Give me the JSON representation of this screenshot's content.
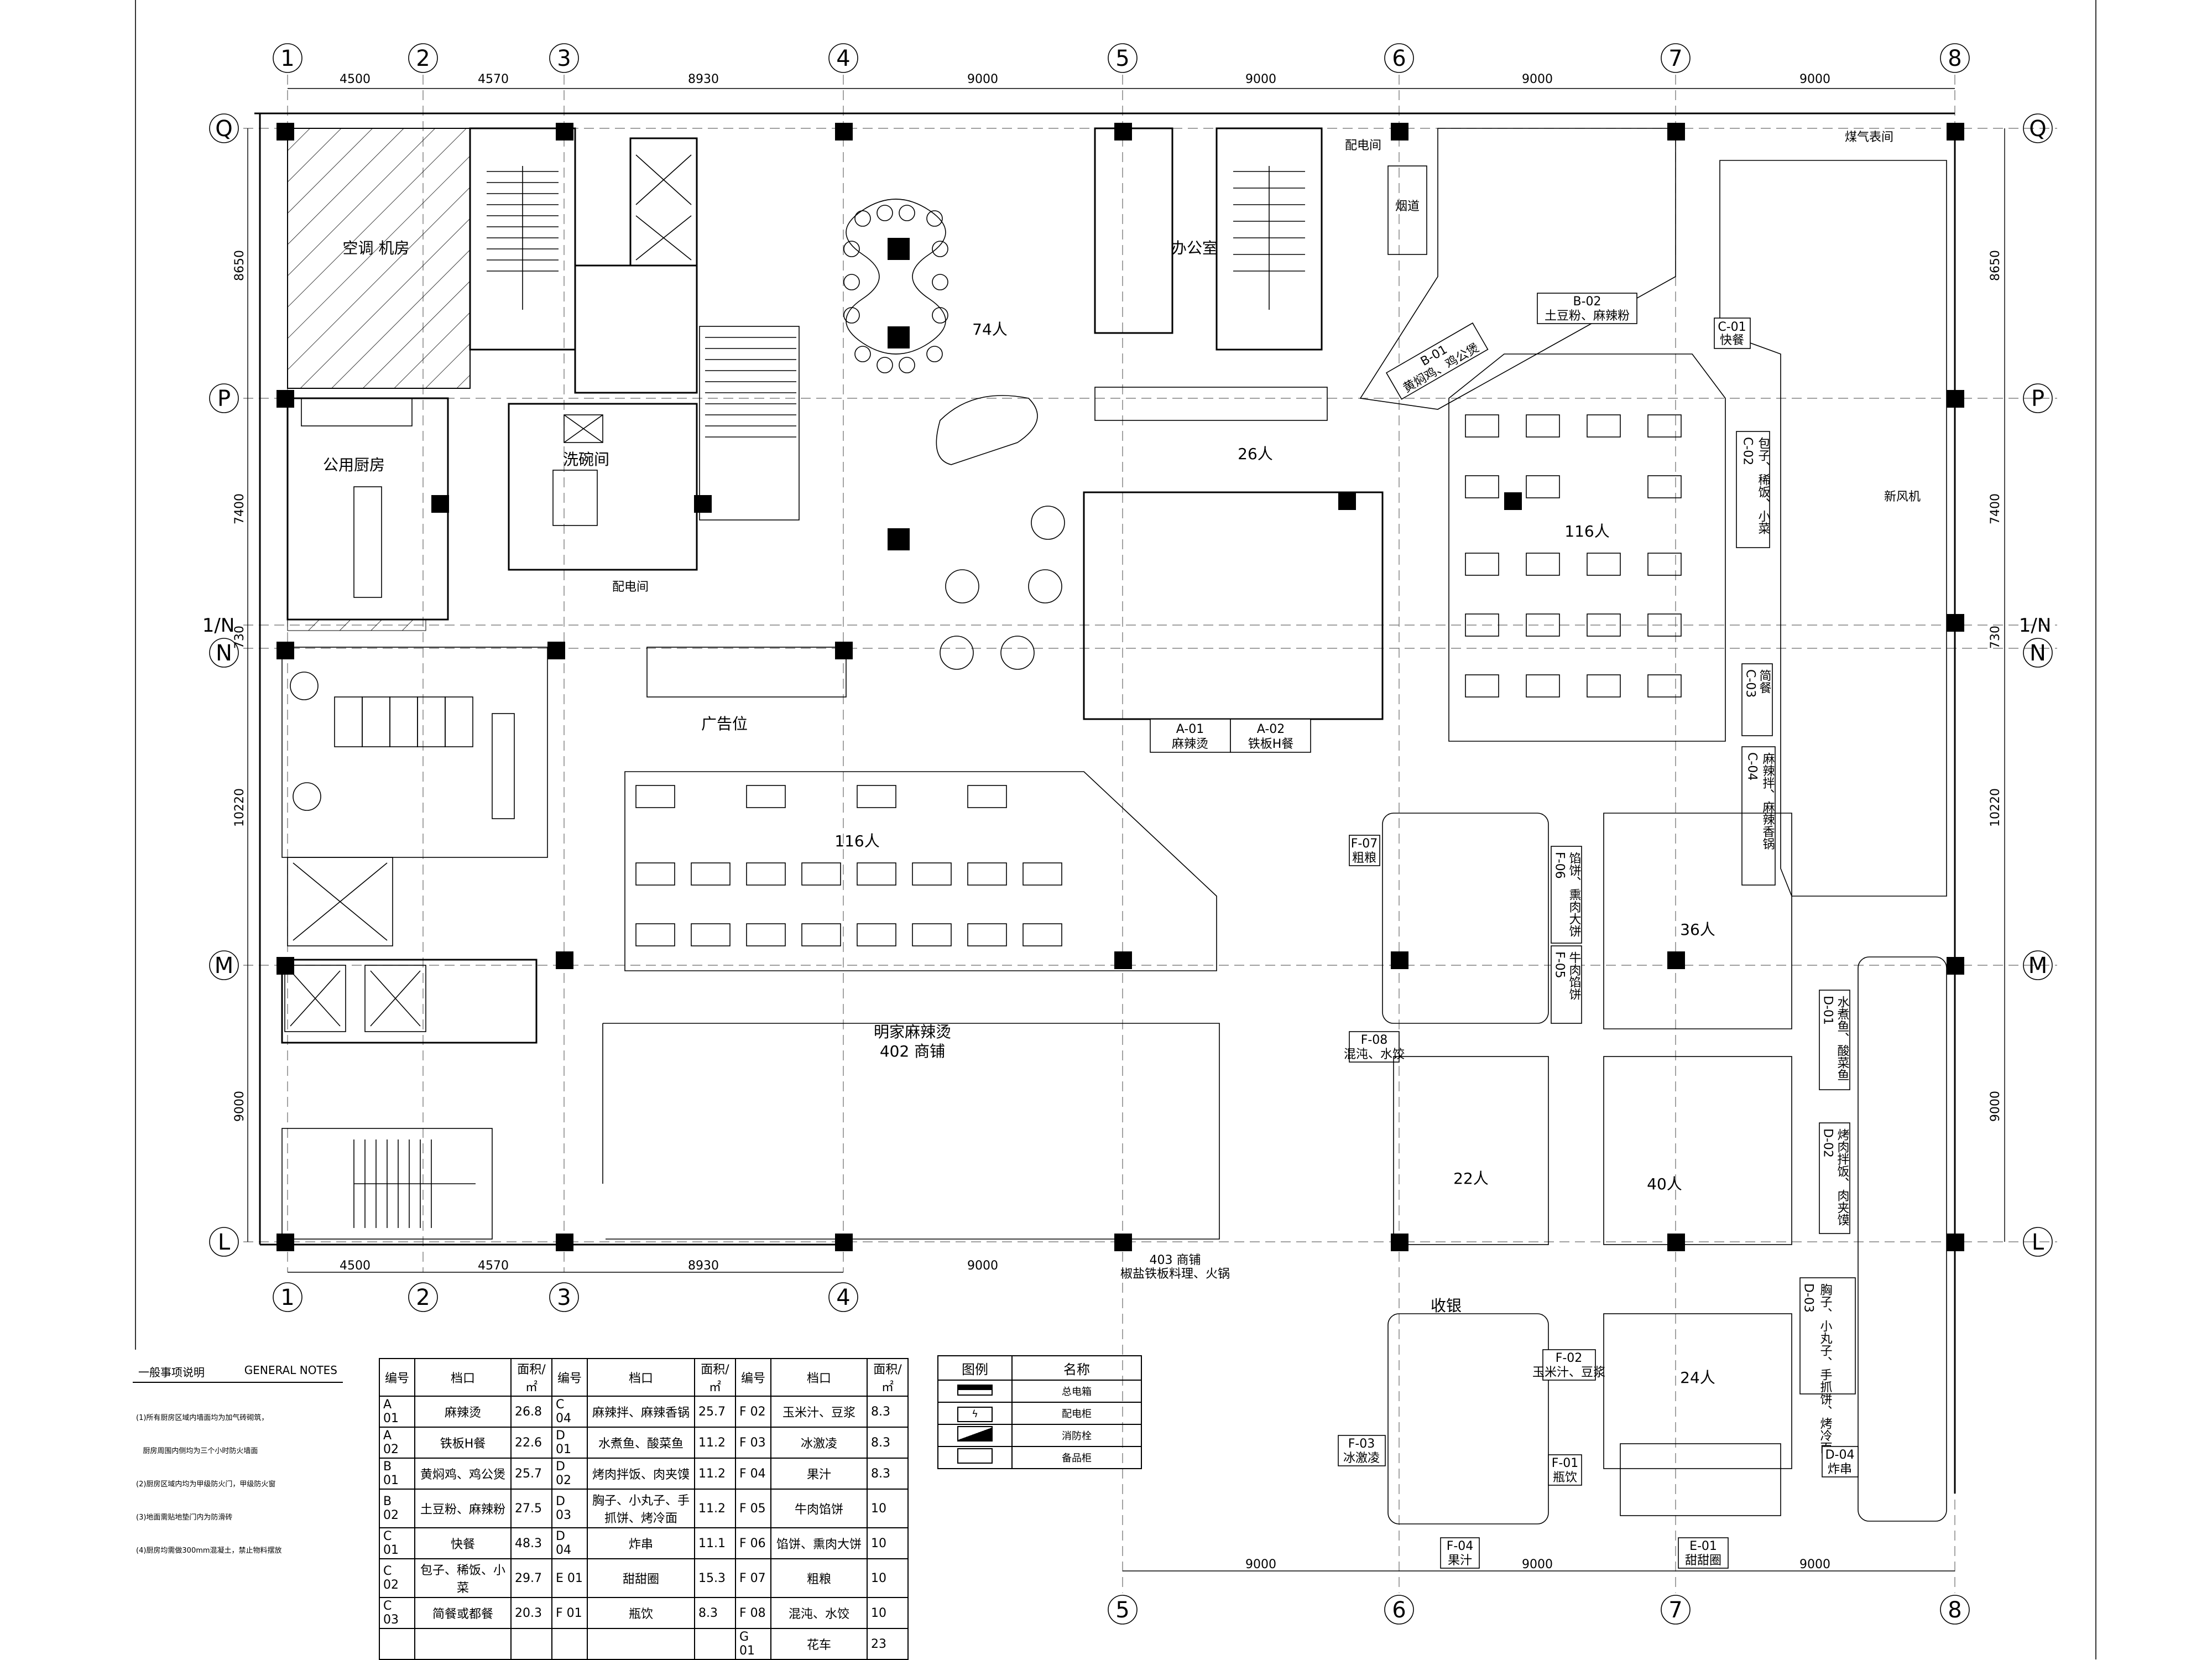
{
  "grid": {
    "cols_top": [
      "1",
      "2",
      "3",
      "4",
      "5",
      "6",
      "7",
      "8"
    ],
    "cols_bottom": [
      "1",
      "2",
      "3",
      "4",
      "5",
      "6",
      "7",
      "8"
    ],
    "rows_left": [
      "Q",
      "P",
      "1/N",
      "N",
      "M",
      "L"
    ],
    "rows_right": [
      "Q",
      "P",
      "1/N",
      "N",
      "M",
      "L"
    ],
    "dims_top": [
      "4500",
      "4570",
      "8930",
      "9000",
      "9000",
      "9000",
      "9000"
    ],
    "dims_bottom_left": [
      "4500",
      "4570",
      "8930",
      "9000"
    ],
    "dims_bottom_right": [
      "9000",
      "9000",
      "9000"
    ],
    "dims_left": [
      "8650",
      "7400",
      "730",
      "10220",
      "9000"
    ],
    "dims_right": [
      "8650",
      "7400",
      "730",
      "10220",
      "9000"
    ]
  },
  "rooms": {
    "air_machine": "空调\n机房",
    "public_kitchen": "公用厨房",
    "dish_room": "洗碗间",
    "power_room_1": "配电间",
    "power_room_2": "配电间",
    "office": "办公室",
    "smoke_shaft": "烟道",
    "gas_meter": "煤气表间",
    "fan_room": "新风机",
    "ad_space": "广告位",
    "shop_402": "明家麻辣烫",
    "shop_402_no": "402  商铺",
    "shop_403": "403  商铺",
    "shop_403_desc": "椒盐铁板料理、火锅",
    "cashier": "收银"
  },
  "seat_counts": {
    "s74": "74人",
    "s26": "26人",
    "s116a": "116人",
    "s116b": "116人",
    "s36": "36人",
    "s22": "22人",
    "s40": "40人",
    "s24": "24人"
  },
  "stalls": {
    "A01": {
      "code": "A-01",
      "name": "麻辣烫"
    },
    "A02": {
      "code": "A-02",
      "name": "铁板H餐"
    },
    "B01": {
      "code": "B-01",
      "name": "黄焖鸡、鸡公煲"
    },
    "B02": {
      "code": "B-02",
      "name": "土豆粉、麻辣粉"
    },
    "C01": {
      "code": "C-01",
      "name": "快餐"
    },
    "C02": {
      "code": "C-02",
      "name": "包子、稀饭、小菜"
    },
    "C03": {
      "code": "C-03",
      "name": "简餐"
    },
    "C04": {
      "code": "C-04",
      "name": "麻辣拌、麻辣香锅"
    },
    "D01": {
      "code": "D-01",
      "name": "水煮鱼、酸菜鱼"
    },
    "D02": {
      "code": "D-02",
      "name": "烤肉拌饭、肉夹馍"
    },
    "D03": {
      "code": "D-03",
      "name": "胸子、小丸子、手抓饼、烤冷面"
    },
    "D04": {
      "code": "D-04",
      "name": "炸串"
    },
    "E01": {
      "code": "E-01",
      "name": "甜甜圈"
    },
    "F01": {
      "code": "F-01",
      "name": "瓶饮"
    },
    "F02": {
      "code": "F-02",
      "name": "玉米汁、豆浆"
    },
    "F03": {
      "code": "F-03",
      "name": "冰激凌"
    },
    "F04": {
      "code": "F-04",
      "name": "果汁"
    },
    "F05": {
      "code": "F-05",
      "name": "牛肉馅饼"
    },
    "F06": {
      "code": "F-06",
      "name": "馅饼、熏肉大饼"
    },
    "F07": {
      "code": "F-07",
      "name": "粗粮"
    },
    "F08": {
      "code": "F-08",
      "name": "混沌、水饺"
    }
  },
  "notes": {
    "title": "一般事项说明",
    "title_en": "GENERAL  NOTES",
    "items": [
      "(1)所有厨房区域内墙面均为加气砖砌筑，",
      "   厨房周围内侧均为三个小时防火墙面",
      "(2)厨房区域内均为甲级防火门，甲级防火窗",
      "(3)地面需贴地垫门内为防滑砖",
      "(4)厨房均需做300mm混凝土，禁止物料摆放"
    ]
  },
  "table": {
    "headers": [
      "编号",
      "档口",
      "面积/㎡",
      "编号",
      "档口",
      "面积/㎡",
      "编号",
      "档口",
      "面积/㎡"
    ],
    "col1": [
      [
        "A 01",
        "麻辣烫",
        "26.8"
      ],
      [
        "A 02",
        "铁板H餐",
        "22.6"
      ],
      [
        "B 01",
        "黄焖鸡、鸡公煲",
        "25.7"
      ],
      [
        "B 02",
        "土豆粉、麻辣粉",
        "27.5"
      ],
      [
        "C 01",
        "快餐",
        "48.3"
      ],
      [
        "C 02",
        "包子、稀饭、小菜",
        "29.7"
      ],
      [
        "C 03",
        "简餐或都餐",
        "20.3"
      ]
    ],
    "col2": [
      [
        "C 04",
        "麻辣拌、麻辣香锅",
        "25.7"
      ],
      [
        "D 01",
        "水煮鱼、酸菜鱼",
        "11.2"
      ],
      [
        "D 02",
        "烤肉拌饭、肉夹馍",
        "11.2"
      ],
      [
        "D 03",
        "胸子、小丸子、手抓饼、烤冷面",
        "11.2"
      ],
      [
        "D 04",
        "炸串",
        "11.1"
      ],
      [
        "E 01",
        "甜甜圈",
        "15.3"
      ],
      [
        "F 01",
        "瓶饮",
        "8.3"
      ]
    ],
    "col3": [
      [
        "F 02",
        "玉米汁、豆浆",
        "8.3"
      ],
      [
        "F 03",
        "冰激凌",
        "8.3"
      ],
      [
        "F 04",
        "果汁",
        "8.3"
      ],
      [
        "F 05",
        "牛肉馅饼",
        "10"
      ],
      [
        "F 06",
        "馅饼、熏肉大饼",
        "10"
      ],
      [
        "F 07",
        "粗粮",
        "10"
      ],
      [
        "F 08",
        "混沌、水饺",
        "10"
      ],
      [
        "G 01",
        "花车",
        "23"
      ]
    ]
  },
  "legend": {
    "header_sym": "图例",
    "header_name": "名称",
    "items": [
      {
        "icon": "main-panel-icon",
        "name": "总电箱"
      },
      {
        "icon": "power-cabinet-icon",
        "name": "配电柜"
      },
      {
        "icon": "fire-hydrant-icon",
        "name": "消防栓"
      },
      {
        "icon": "spare-cabinet-icon",
        "name": "备品柜"
      }
    ]
  }
}
